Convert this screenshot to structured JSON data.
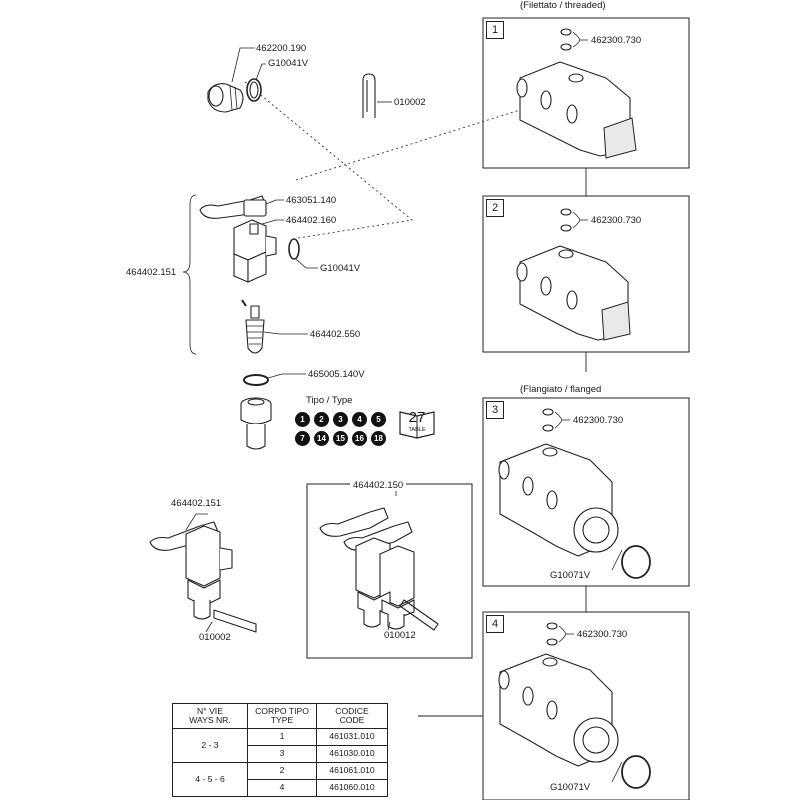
{
  "headers": {
    "threaded": "(Filettato /   threaded)",
    "flanged": "(Flangiato /   flanged"
  },
  "parts": {
    "cap": "462200.190",
    "cap_oring": "G10041V",
    "clip_top": "010002",
    "lever": "463051.140",
    "body": "464402.160",
    "body_oring": "G10041V",
    "assembly_brace": "464402.151",
    "stem": "464402.550",
    "seal": "465005.140V",
    "tipo_type": "Tipo / Type",
    "valve_single": "464402.151",
    "clip_single": "010002",
    "valve_double": "464402.150",
    "clip_double": "010012"
  },
  "type_dots": [
    "1",
    "2",
    "3",
    "4",
    "5",
    "7",
    "14",
    "15",
    "16",
    "18"
  ],
  "table_ref": {
    "number": "27",
    "label": "TABLE"
  },
  "manifolds": [
    {
      "number": "1",
      "code": "462300.730",
      "oring": ""
    },
    {
      "number": "2",
      "code": "462300.730",
      "oring": ""
    },
    {
      "number": "3",
      "code": "462300.730",
      "oring": "G10071V"
    },
    {
      "number": "4",
      "code": "462300.730",
      "oring": "G10071V"
    }
  ],
  "spec_table": {
    "headers": {
      "ways": [
        "N° VIE",
        "WAYS NR."
      ],
      "body": [
        "CORPO TIPO",
        "TYPE"
      ],
      "code": [
        "CODICE",
        "CODE"
      ]
    },
    "rows": [
      {
        "ways": "2 - 3",
        "type": "1",
        "code": "461031.010"
      },
      {
        "ways": "",
        "type": "3",
        "code": "461030.010"
      },
      {
        "ways": "4 - 5 - 6",
        "type": "2",
        "code": "461061.010"
      },
      {
        "ways": "",
        "type": "4",
        "code": "461060.010"
      }
    ]
  }
}
